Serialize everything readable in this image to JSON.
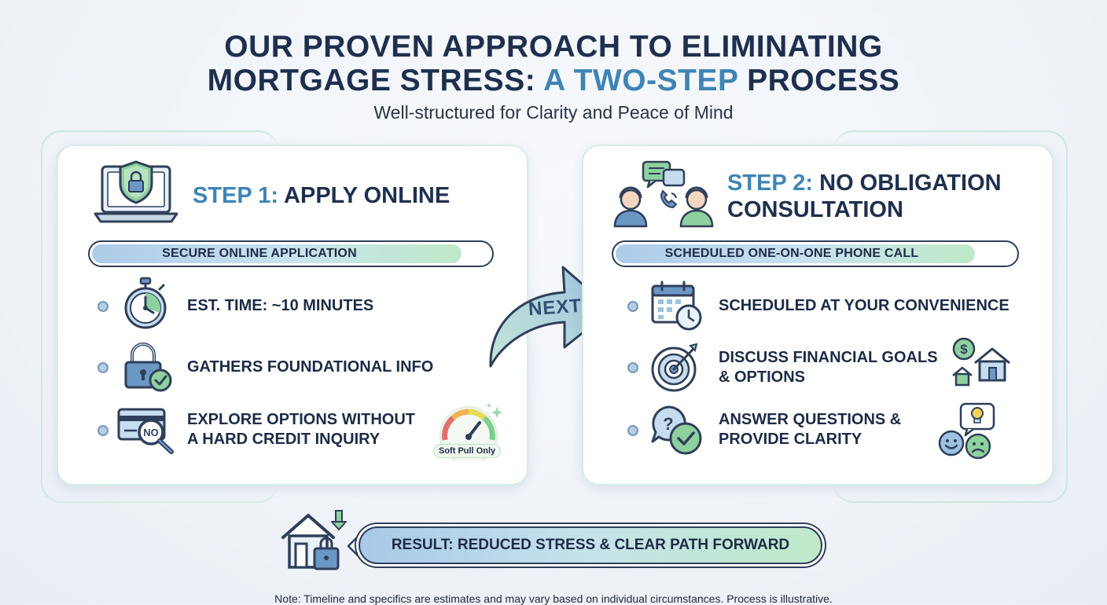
{
  "header": {
    "title_line1": "OUR PROVEN APPROACH TO ELIMINATING",
    "title_line2_start": "MORTGAGE STRESS: ",
    "title_line2_highlight": "A TWO-STEP",
    "title_line2_end": " PROCESS",
    "subtitle": "Well-structured for Clarity and Peace of Mind"
  },
  "step1": {
    "number": "STEP 1:",
    "title": "APPLY ONLINE",
    "pill": "SECURE ONLINE APPLICATION",
    "pill_fill": 0.93,
    "items": [
      {
        "line1": "EST. TIME: ~10 MINUTES",
        "icon": "stopwatch-icon"
      },
      {
        "line1": "GATHERS FOUNDATIONAL INFO",
        "icon": "padlock-check-icon"
      },
      {
        "line1": "EXPLORE OPTIONS WITHOUT",
        "line2": "A HARD CREDIT INQUIRY",
        "icon": "no-credit-card-icon"
      }
    ],
    "badge": "Soft Pull Only",
    "header_icon": "laptop-shield-icon"
  },
  "connector": {
    "label": "NEXT"
  },
  "step2": {
    "number": "STEP 2:",
    "title_line1": "NO OBLIGATION",
    "title_line2": "CONSULTATION",
    "pill": "SCHEDULED ONE-ON-ONE PHONE CALL",
    "pill_fill": 0.9,
    "items": [
      {
        "line1": "SCHEDULED AT YOUR CONVENIENCE",
        "icon": "calendar-clock-icon"
      },
      {
        "line1": "DISCUSS FINANCIAL GOALS",
        "line2": "& OPTIONS",
        "icon": "target-icon"
      },
      {
        "line1": "ANSWER QUESTIONS &",
        "line2": "PROVIDE CLARITY",
        "icon": "question-check-icon"
      }
    ],
    "header_icon": "advisors-chat-icon"
  },
  "result": {
    "text": "RESULT: REDUCED STRESS & CLEAR PATH FORWARD",
    "icon": "house-download-icon"
  },
  "note": "Note: Timeline and specifics are estimates and may vary based on individual circumstances. Process is illustrative.",
  "colors": {
    "navy": "#1f2f4e",
    "accent_blue": "#3f84b5",
    "accent_green": "#7ccf8e",
    "pill_blue": "#aecbe9",
    "pill_green": "#bfe9c8"
  }
}
